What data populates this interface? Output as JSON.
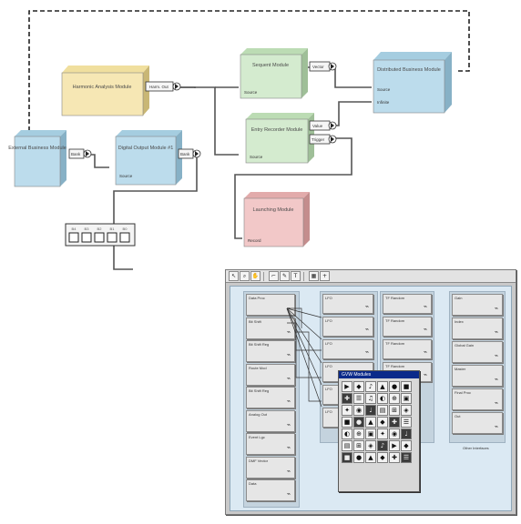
{
  "diagram": {
    "modules": [
      {
        "id": "harmonics",
        "title": "Harmonic Analysis Module",
        "port_out": "Harm. Out"
      },
      {
        "id": "sequencer",
        "title": "Sequent Module",
        "port_in": "Source",
        "port_out": "Vector"
      },
      {
        "id": "distributed",
        "title": "Distributed Business Module",
        "port_in_1": "Source",
        "port_in_2": "Infinite"
      },
      {
        "id": "external",
        "title": "External Business Module",
        "port_out": "Bank"
      },
      {
        "id": "digital",
        "title": "Digital Output Module #1",
        "port_in": "Source",
        "port_out": "Bank"
      },
      {
        "id": "entry",
        "title": "Entry Recorder Module",
        "port_in": "Source",
        "port_out_1": "Value",
        "port_out_2": "Trigger"
      },
      {
        "id": "launching",
        "title": "Launching Module",
        "port_in": "Record"
      }
    ],
    "switch_labels": [
      "B4",
      "B3",
      "B2",
      "B1",
      "B0"
    ],
    "colors": {
      "harmonics": "#f6e7b4",
      "sequencer": "#d4ebcf",
      "entry": "#d4ebcf",
      "distributed": "#bcdcec",
      "external": "#bcdcec",
      "digital": "#bcdcec",
      "launching": "#f2c8c8",
      "wire": "#555555"
    }
  },
  "app": {
    "toolbar_icons": [
      "cursor-icon",
      "zoom-icon",
      "hand-icon",
      "wire-icon",
      "pencil-icon",
      "text-icon",
      "grid-icon",
      "plus-icon"
    ],
    "toolbar_glyphs": [
      "↖",
      "⌕",
      "✋",
      "⌐",
      "✎",
      "T",
      "▦",
      "+"
    ],
    "palette_title": "GVW Modules",
    "palette_glyphs": [
      "▶",
      "◆",
      "♪",
      "▲",
      "●",
      "■",
      "✚",
      "☰",
      "♫",
      "◐",
      "⊕",
      "▣",
      "✦",
      "◉",
      "♩",
      "▤",
      "⊞",
      "◈",
      "■",
      "●",
      "▲",
      "◆",
      "✚",
      "☰",
      "◐",
      "⊕",
      "▣",
      "✦",
      "◉",
      "♩",
      "▤",
      "⊞",
      "◈",
      "♪",
      "▶",
      "◆",
      "■",
      "●",
      "▲",
      "◆",
      "✚",
      "☰"
    ],
    "palette_dark_cells": [
      6,
      14,
      19,
      22,
      29,
      33,
      36,
      41
    ],
    "column1_modules": [
      "Data Proc",
      "Bit Shift",
      "Bit Shift Reg",
      "Route Mod",
      "Bit Shift Reg",
      "Analog Out",
      "Event Lgc",
      "DMF Vector",
      "Data"
    ],
    "column2_modules": [
      "LFO",
      "LFO",
      "LFO",
      "LFO",
      "LFO",
      "LFO"
    ],
    "column3_modules": [
      "TF Random",
      "TF Random",
      "TF Random",
      "TF Random"
    ],
    "column4_modules": [
      "Gain",
      "Index",
      "Global Gain",
      "Master",
      "Final Proc",
      "Out"
    ],
    "panel_label": "Other Interfaces"
  }
}
